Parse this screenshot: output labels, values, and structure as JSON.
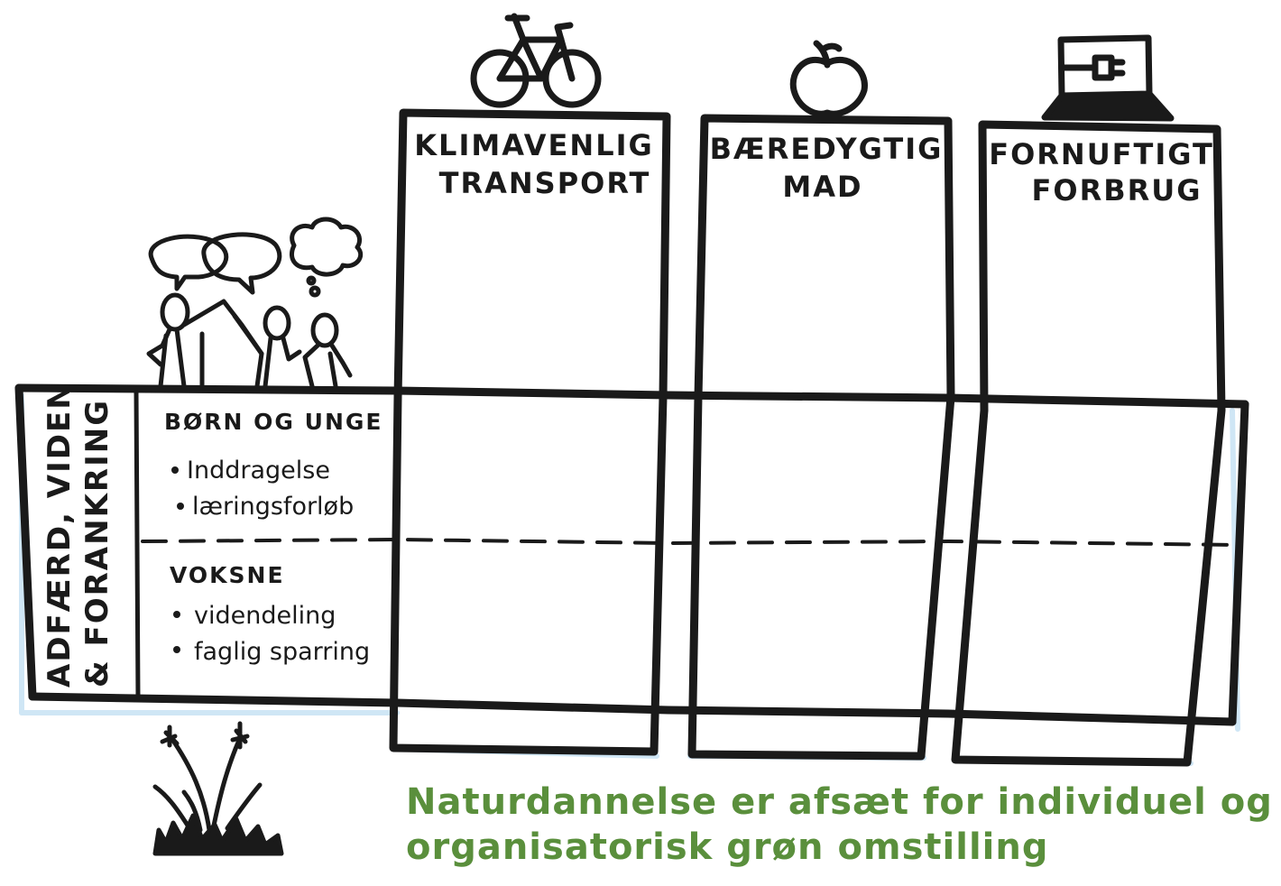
{
  "columns": [
    {
      "title_line1": "KLIMAVENLIG",
      "title_line2": "TRANSPORT",
      "icon": "bicycle-icon"
    },
    {
      "title_line1": "BÆREDYGTIG",
      "title_line2": "MAD",
      "icon": "apple-icon"
    },
    {
      "title_line1": "FORNUFTIGT",
      "title_line2": "FORBRUG",
      "icon": "laptop-plug-icon"
    }
  ],
  "row": {
    "side_label_line1": "ADFÆRD, VIDEN",
    "side_label_line2": "& FORANKRING",
    "groups": [
      {
        "title": "BØRN OG UNGE",
        "bullets": [
          "Inddragelse",
          "læringsforløb"
        ]
      },
      {
        "title": "VOKSNE",
        "bullets": [
          "videndeling",
          "faglig sparring"
        ]
      }
    ]
  },
  "caption": {
    "line1": "Naturdannelse er afsæt for individuel og",
    "line2": "organisatorisk grøn omstilling"
  },
  "colors": {
    "ink": "#1a1a1a",
    "caption_green": "#5a8f3c",
    "shadow_blue": "#cfe6f5"
  },
  "icons": {
    "people": "people-talking-icon",
    "plant": "plant-icon"
  }
}
